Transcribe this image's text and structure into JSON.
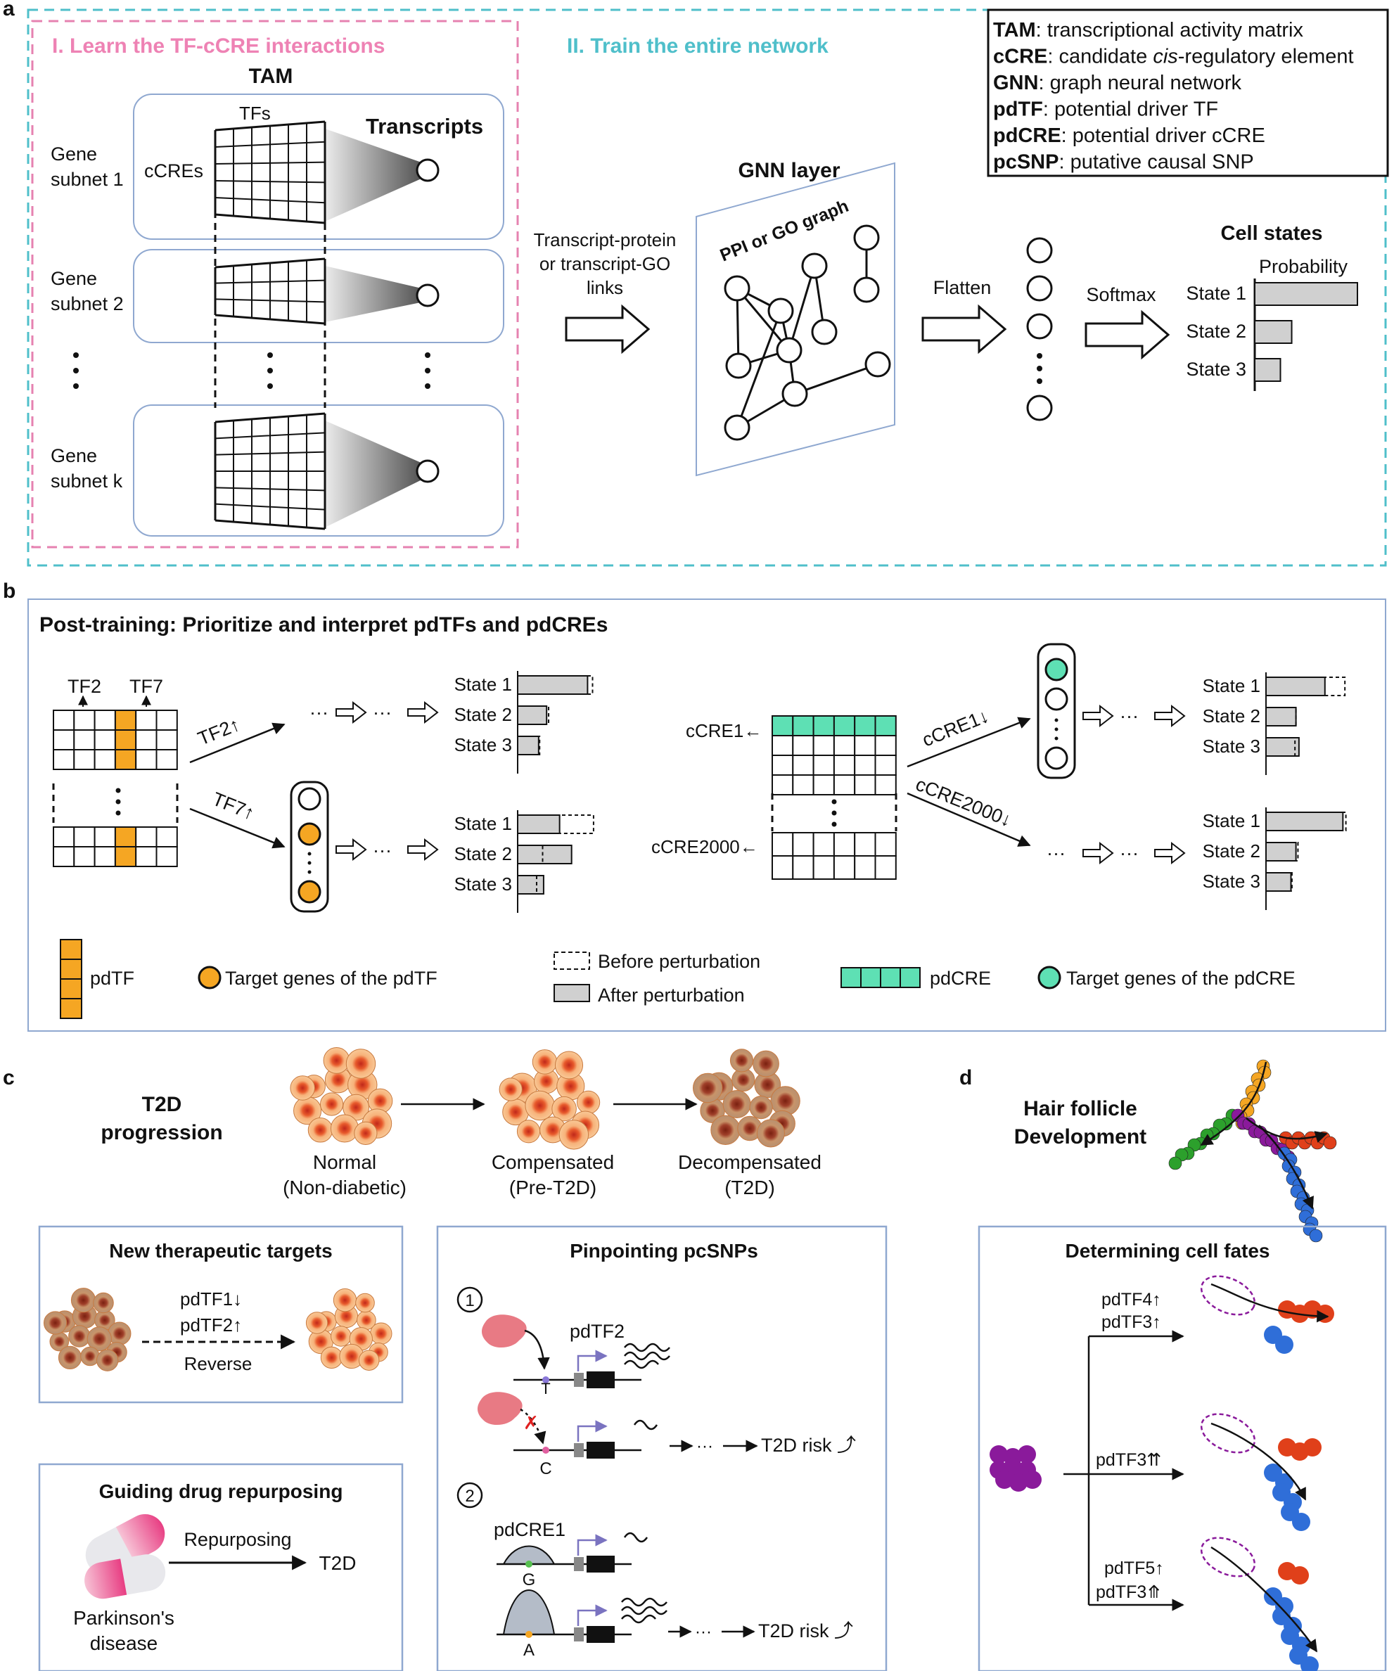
{
  "panel_letters": {
    "a": "a",
    "b": "b",
    "c": "c",
    "d": "d"
  },
  "panel_a": {
    "stage1_title": "I. Learn the TF-cCRE interactions",
    "stage2_title": "II. Train the entire network",
    "tam_label": "TAM",
    "tfs_label": "TFs",
    "ccres_label": "cCREs",
    "transcripts_label": "Transcripts",
    "subnets": [
      {
        "line1": "Gene",
        "line2": "subnet 1"
      },
      {
        "line1": "Gene",
        "line2": "subnet 2"
      },
      {
        "line1": "Gene",
        "line2": "subnet k"
      }
    ],
    "links_label": [
      "Transcript-protein",
      "or transcript-GO",
      "links"
    ],
    "gnn_title": "GNN layer",
    "graph_label": "PPI or GO graph",
    "flatten_label": "Flatten",
    "softmax_label": "Softmax",
    "cell_states_title": "Cell states",
    "probability_label": "Probability",
    "states": [
      "State 1",
      "State 2",
      "State 3"
    ],
    "state_probabilities": [
      1.0,
      0.36,
      0.25
    ],
    "legend": [
      {
        "term": "TAM",
        "def": ": transcriptional activity matrix"
      },
      {
        "term": "cCRE",
        "def_pre": ": candidate ",
        "def_it": "cis",
        "def_post": "-regulatory element"
      },
      {
        "term": "GNN",
        "def": ": graph neural network"
      },
      {
        "term": "pdTF",
        "def": ": potential driver TF"
      },
      {
        "term": "pdCRE",
        "def": ": potential driver cCRE"
      },
      {
        "term": "pcSNP",
        "def": ": putative causal SNP"
      }
    ]
  },
  "panel_b": {
    "title": "Post-training: Prioritize and interpret pdTFs and pdCREs",
    "tf2": "TF2",
    "tf7": "TF7",
    "tf2_up": "TF2",
    "tf7_up": "TF7",
    "ccre1": "cCRE1",
    "ccre2000": "cCRE2000",
    "ccre1_down": "cCRE1",
    "ccre2000_down": "cCRE2000",
    "ellipsis": "···",
    "states": [
      "State 1",
      "State 2",
      "State 3"
    ],
    "tf2_before": [
      0.75,
      0.31,
      0.22
    ],
    "tf2_after": [
      0.7,
      0.29,
      0.21
    ],
    "tf7_before": [
      0.76,
      0.25,
      0.19
    ],
    "tf7_after": [
      0.42,
      0.54,
      0.26
    ],
    "ccre1_before": [
      0.79,
      0.3,
      0.29
    ],
    "ccre1_after": [
      0.59,
      0.3,
      0.33
    ],
    "ccre2000_before": [
      0.8,
      0.32,
      0.26
    ],
    "ccre2000_after": [
      0.77,
      0.3,
      0.25
    ],
    "legend_pdtf": "pdTF",
    "legend_target_pdtf": "Target genes of the pdTF",
    "legend_before": "Before perturbation",
    "legend_after": "After perturbation",
    "legend_pdcre": "pdCRE",
    "legend_target_pdcre": "Target genes of the pdCRE"
  },
  "panel_c": {
    "t2d_title": [
      "T2D",
      "progression"
    ],
    "stages": [
      {
        "line1": "Normal",
        "line2": "(Non-diabetic)"
      },
      {
        "line1": "Compensated",
        "line2": "(Pre-T2D)"
      },
      {
        "line1": "Decompensated",
        "line2": "(T2D)"
      }
    ],
    "therapeutic_title": "New therapeutic targets",
    "pdtf1": "pdTF1",
    "pdtf2": "pdTF2",
    "reverse": "Reverse",
    "drug_title": "Guiding drug repurposing",
    "repurposing": "Repurposing",
    "t2d": "T2D",
    "parkinson": [
      "Parkinson's",
      "disease"
    ],
    "pcsnp_title": "Pinpointing pcSNPs",
    "num1": "1",
    "num2": "2",
    "pdtf2_label": "pdTF2",
    "allele_t": "T",
    "allele_c": "C",
    "allele_g": "G",
    "allele_a": "A",
    "pdcre1": "pdCRE1",
    "t2d_risk": "T2D risk"
  },
  "panel_d": {
    "title": [
      "Hair follicle",
      "Development"
    ],
    "box_title": "Determining cell fates",
    "pdtf4": "pdTF4",
    "pdtf3": "pdTF3",
    "pdtf5": "pdTF5"
  },
  "colors": {
    "pink_dash": "#e682b0",
    "teal_dash": "#4fbfca",
    "blue_box": "#8fa8d0",
    "orange": "#f5a623",
    "teal_fill": "#5ee0b4",
    "gray_bar": "#d0d0d0",
    "purple": "#8a1a9b",
    "red": "#e0401a",
    "blue": "#2f6ed8"
  }
}
